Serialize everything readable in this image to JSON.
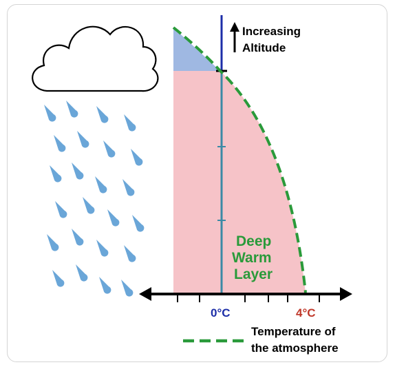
{
  "diagram": {
    "altitude_label_line1": "Increasing",
    "altitude_label_line2": "Altitude",
    "layer_label_line1": "Deep",
    "layer_label_line2": "Warm",
    "layer_label_line3": "Layer",
    "zero_label": "0°C",
    "four_label": "4°C",
    "legend_line1": "Temperature of",
    "legend_line2": "the atmosphere"
  },
  "colors": {
    "cold_region": "#9fb8e2",
    "warm_region": "#f6c3c8",
    "temperature_line": "#2a9a3a",
    "altitude_axis": "#1c2ea8",
    "zero_label": "#1c2ea8",
    "four_label": "#c0392b",
    "layer_label": "#2a9a3a",
    "raindrop": "#6aa6d8"
  }
}
